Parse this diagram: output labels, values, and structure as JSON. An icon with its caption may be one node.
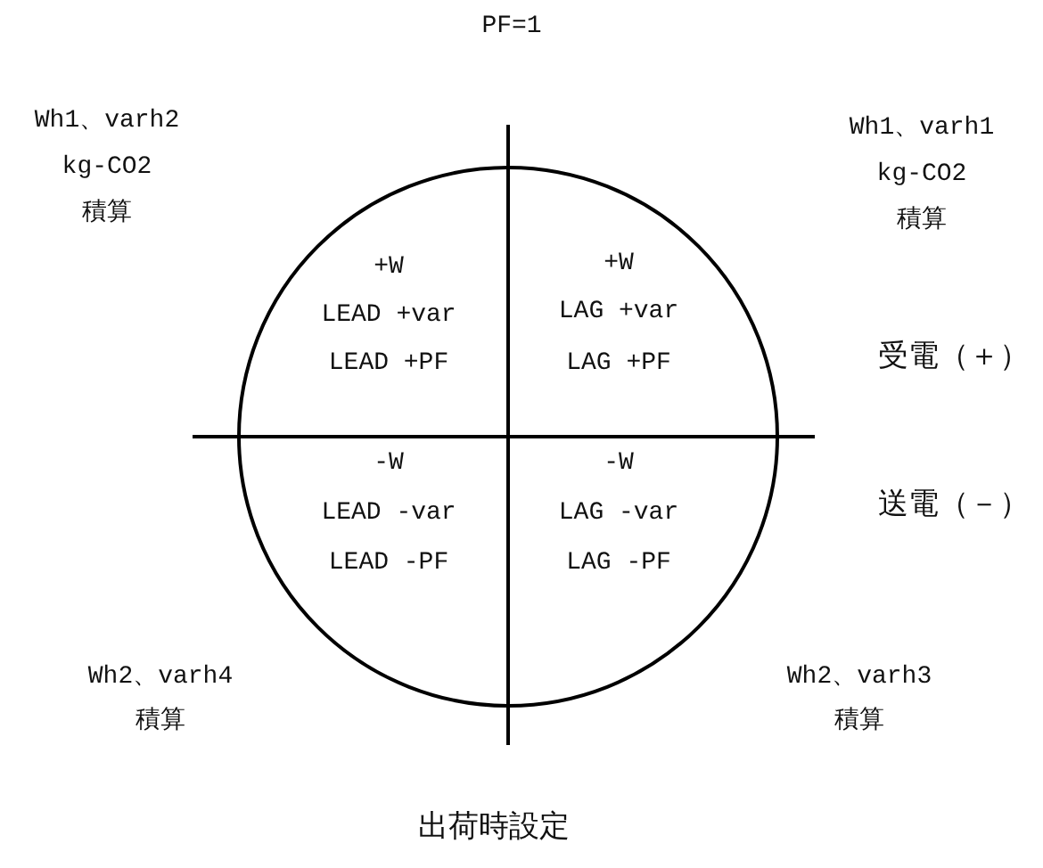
{
  "diagram": {
    "caption": "出荷時設定",
    "labels": [
      "PF=1",
      "Wh1、varh2",
      "kg-CO2",
      "積算",
      "Wh1、varh1",
      "kg-CO2",
      "積算",
      "+W",
      "LEAD +var",
      "LEAD +PF",
      "+W",
      "LAG +var",
      "LAG +PF",
      "受電（＋）",
      "-W",
      "LEAD -var",
      "LEAD -PF",
      "-W",
      "LAG -var",
      "LAG -PF",
      "送電（－）",
      "Wh2、varh4",
      "積算",
      "Wh2、varh3",
      "積算"
    ]
  }
}
